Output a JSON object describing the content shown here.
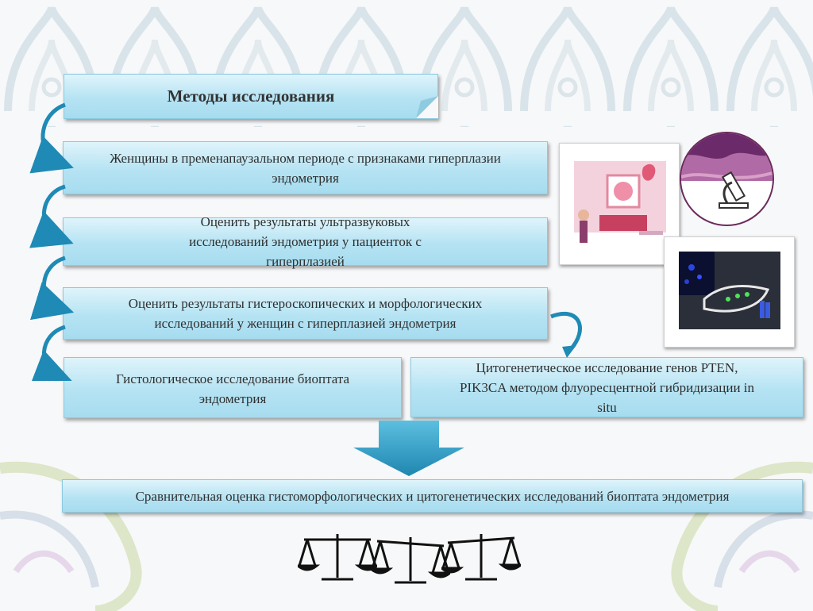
{
  "title": "Методы исследования",
  "steps": [
    "Женщины в пременапаузальном периоде с признаками гиперплазии эндометрия",
    "Оценить результаты ультразвуковых исследований эндометрия у пациенток с гиперплазией",
    "Оценить результаты  гистероскопических и морфологических исследований у женщин с гиперплазией эндометрия",
    "Гистологическое исследование биоптата эндометрия",
    "Цитогенетическое исследование генов PTEN, PIK3CA методом флуоресцентной гибридизации in situ"
  ],
  "conclusion": "Сравнительная оценка гистоморфологических и цитогенетических исследований биоптата эндометрия",
  "icons": [
    "scales-icon",
    "scales-icon",
    "scales-icon",
    "microscope-icon",
    "ultrasound-illustration",
    "fish-image"
  ],
  "colors": {
    "box": "#b5e3f3",
    "arrow": "#2f9cc2",
    "arrow_curve": "#1f8ab5"
  }
}
